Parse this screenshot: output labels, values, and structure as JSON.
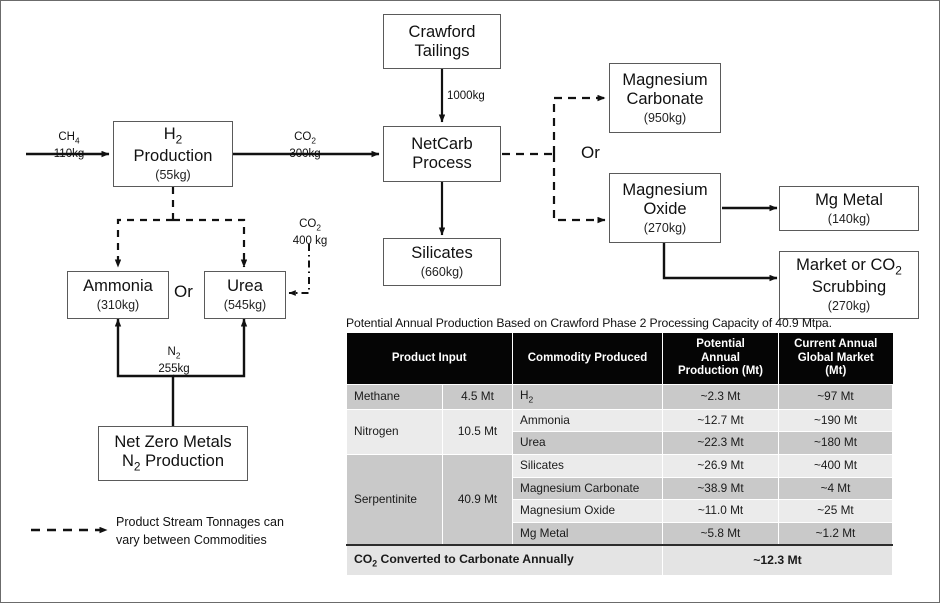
{
  "diagram": {
    "nodes": [
      {
        "id": "h2-production",
        "line1": "H",
        "line1_sub": "2",
        "line2": "Production",
        "qty": "(55kg)"
      },
      {
        "id": "crawford-tailings",
        "line1": "Crawford",
        "line2": "Tailings",
        "qty": ""
      },
      {
        "id": "netcarb-process",
        "line1": "NetCarb",
        "line2": "Process",
        "qty": ""
      },
      {
        "id": "silicates",
        "line1": "Silicates",
        "qty": "(660kg)"
      },
      {
        "id": "magnesium-carbonate",
        "line1": "Magnesium",
        "line2": "Carbonate",
        "qty": "(950kg)"
      },
      {
        "id": "magnesium-oxide",
        "line1": "Magnesium",
        "line2": "Oxide",
        "qty": "(270kg)"
      },
      {
        "id": "mg-metal",
        "line1": "Mg Metal",
        "qty": "(140kg)"
      },
      {
        "id": "market-scrubbing",
        "line1": "Market or CO",
        "line1_sub": "2",
        "line2": "Scrubbing",
        "qty": "(270kg)"
      },
      {
        "id": "ammonia",
        "line1": "Ammonia",
        "qty": "(310kg)"
      },
      {
        "id": "urea",
        "line1": "Urea",
        "qty": "(545kg)"
      },
      {
        "id": "net-zero-metals",
        "line1": "Net Zero Metals",
        "line2": "N",
        "line2_sub": "2",
        "line2b": " Production",
        "qty": ""
      }
    ],
    "labels": {
      "ch4": {
        "species": "CH",
        "sub": "4",
        "mass": "110kg"
      },
      "co2_h2_to_netcarb": {
        "species": "CO",
        "sub": "2",
        "mass": "300kg"
      },
      "tailings_feed": "1000kg",
      "co2_to_urea": {
        "species": "CO",
        "sub": "2",
        "mass": "400 kg"
      },
      "n2_feed": {
        "species": "N",
        "sub": "2",
        "mass": "255kg"
      },
      "or_left": "Or",
      "or_right": "Or"
    },
    "legend": {
      "line1": "Product Stream Tonnages can",
      "line2": "vary between Commodities"
    }
  },
  "table": {
    "caption": "Potential Annual Production Based on Crawford Phase 2 Processing Capacity of 40.9 Mtpa.",
    "headers": [
      "Product Input",
      "Commodity Produced",
      "Potential Annual Production (Mt)",
      "Current Annual Global Market (Mt)"
    ],
    "header_lines": {
      "product_input": [
        "Product Input"
      ],
      "commodity_produced": [
        "Commodity Produced"
      ],
      "potential": [
        "Potential",
        "Annual",
        "Production (Mt)"
      ],
      "current": [
        "Current Annual",
        "Global Market",
        "(Mt)"
      ]
    },
    "groups": [
      {
        "input_name": "Methane",
        "input_qty": "4.5 Mt",
        "rows": [
          {
            "commodity": "H",
            "commodity_sub": "2",
            "production": "~2.3 Mt",
            "market": "~97 Mt"
          }
        ]
      },
      {
        "input_name": "Nitrogen",
        "input_qty": "10.5 Mt",
        "rows": [
          {
            "commodity": "Ammonia",
            "production": "~12.7 Mt",
            "market": "~190 Mt"
          },
          {
            "commodity": "Urea",
            "production": "~22.3 Mt",
            "market": "~180 Mt"
          }
        ]
      },
      {
        "input_name": "Serpentinite",
        "input_qty": "40.9 Mt",
        "rows": [
          {
            "commodity": "Silicates",
            "production": "~26.9 Mt",
            "market": "~400 Mt"
          },
          {
            "commodity": "Magnesium Carbonate",
            "production": "~38.9 Mt",
            "market": "~4 Mt"
          },
          {
            "commodity": "Magnesium Oxide",
            "production": "~11.0 Mt",
            "market": "~25 Mt"
          },
          {
            "commodity": "Mg Metal",
            "production": "~5.8 Mt",
            "market": "~1.2 Mt"
          }
        ]
      }
    ],
    "total_row": {
      "label_pre": "CO",
      "label_sub": "2",
      "label_post": " Converted to Carbonate Annually",
      "value": "~12.3 Mt"
    }
  },
  "colors": {
    "header_bg": "#050505",
    "shade_dark": "#c9c9c9",
    "shade_light": "#ebebeb",
    "total_bg": "#e4e4e4",
    "stroke": "#111111"
  }
}
